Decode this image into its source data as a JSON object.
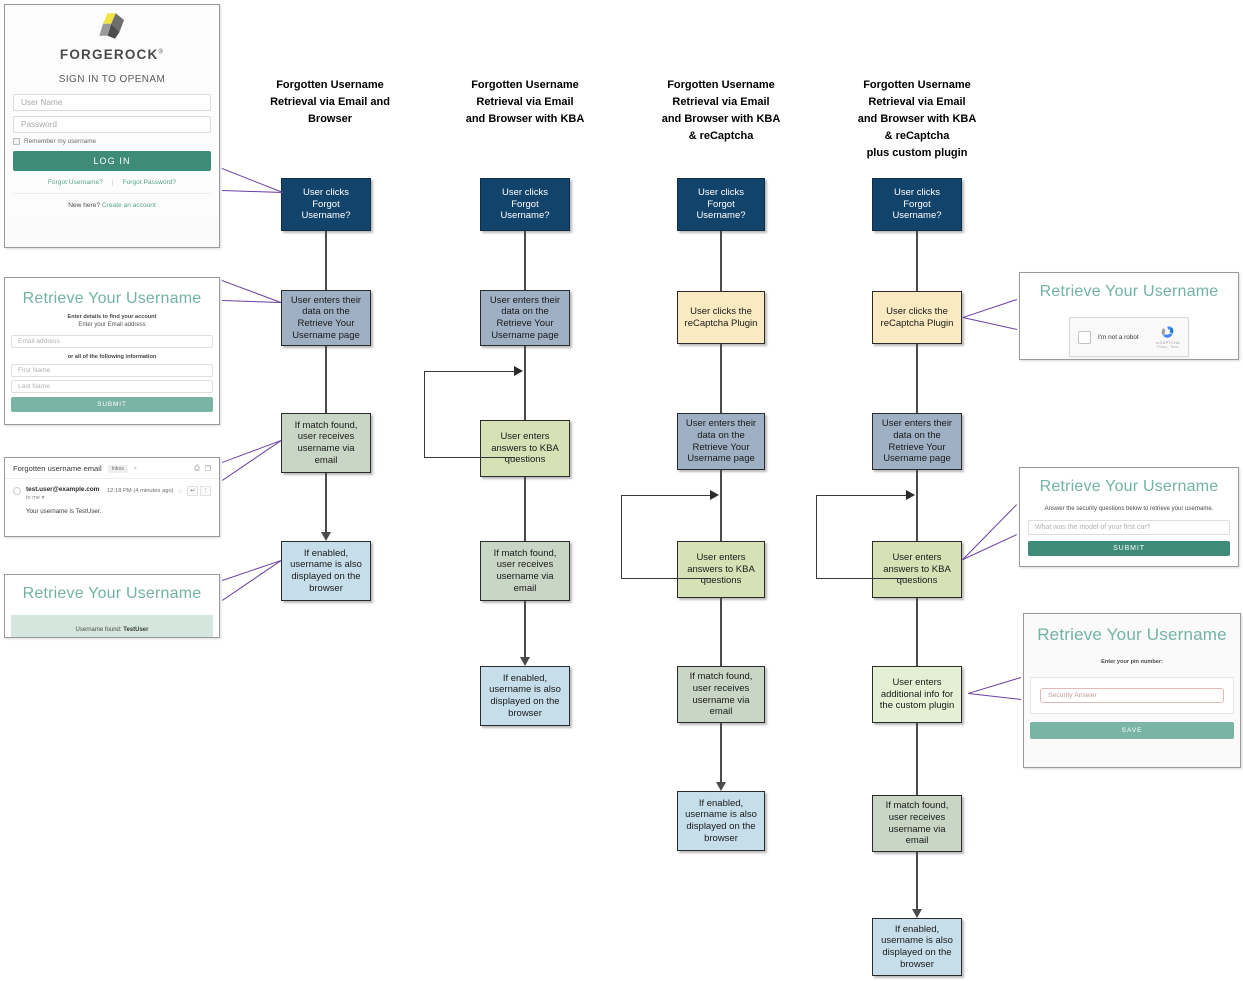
{
  "columns": [
    {
      "id": "col1",
      "title": "Forgotten Username\nRetrieval via Email and\nBrowser",
      "steps": [
        {
          "label": "User clicks\nForgot\nUsername?",
          "style": "navy"
        },
        {
          "label": "User enters their\ndata on the\nRetrieve Your\nUsername page",
          "style": "slate"
        },
        {
          "label": "If match found,\nuser receives\nusername via\nemail",
          "style": "sage"
        },
        {
          "label": "If enabled,\nusername is also\ndisplayed on the\nbrowser",
          "style": "blue"
        }
      ]
    },
    {
      "id": "col2",
      "title": "Forgotten Username\nRetrieval via Email\nand  Browser with KBA",
      "steps": [
        {
          "label": "User clicks\nForgot\nUsername?",
          "style": "navy"
        },
        {
          "label": "User enters their\ndata on the\nRetrieve Your\nUsername page",
          "style": "slate"
        },
        {
          "label": "User enters\nanswers to KBA\nquestions",
          "style": "kba"
        },
        {
          "label": "If match found,\nuser receives\nusername via\nemail",
          "style": "sage"
        },
        {
          "label": "If enabled,\nusername is also\ndisplayed on the\nbrowser",
          "style": "blue"
        }
      ]
    },
    {
      "id": "col3",
      "title": "Forgotten Username\nRetrieval via Email\nand  Browser with KBA\n& reCaptcha",
      "steps": [
        {
          "label": "User clicks\nForgot\nUsername?",
          "style": "navy"
        },
        {
          "label": "User clicks the\nreCaptcha Plugin",
          "style": "yellow"
        },
        {
          "label": "User enters their\ndata on the\nRetrieve Your\nUsername page",
          "style": "slate"
        },
        {
          "label": "User enters\nanswers to KBA\nquestions",
          "style": "kba"
        },
        {
          "label": "If match found,\nuser receives\nusername via\nemail",
          "style": "sage"
        },
        {
          "label": "If enabled,\nusername is also\ndisplayed on the\nbrowser",
          "style": "blue"
        }
      ]
    },
    {
      "id": "col4",
      "title": "Forgotten Username\nRetrieval via Email\nand  Browser with KBA\n& reCaptcha\nplus custom plugin",
      "steps": [
        {
          "label": "User clicks\nForgot\nUsername?",
          "style": "navy"
        },
        {
          "label": "User clicks the\nreCaptcha Plugin",
          "style": "yellow"
        },
        {
          "label": "User enters their\ndata on the\nRetrieve Your\nUsername page",
          "style": "slate"
        },
        {
          "label": "User enters\nanswers to KBA\nquestions",
          "style": "kba"
        },
        {
          "label": "User enters\nadditional info for\nthe custom plugin",
          "style": "mint"
        },
        {
          "label": "If match found,\nuser receives\nusername via\nemail",
          "style": "sage"
        },
        {
          "label": "If enabled,\nusername is also\ndisplayed on the\nbrowser",
          "style": "blue"
        }
      ]
    }
  ],
  "login_panel": {
    "brand": "FORGEROCK",
    "brand_tm": "®",
    "heading": "SIGN IN TO OPENAM",
    "username_placeholder": "User Name",
    "password_placeholder": "Password",
    "remember_label": "Remember my username",
    "login_button": "LOG IN",
    "forgot_username": "Forgot Username?",
    "separator": "|",
    "forgot_password": "Forgot Password?",
    "new_here": "New here?",
    "create_account": "Create an account"
  },
  "retrieve_panel": {
    "title": "Retrieve Your Username",
    "subtitle": "Enter details to find your account",
    "subtitle2": "Enter your Email address",
    "email_placeholder": "Email address",
    "divider": "or all of the following information",
    "first_name_placeholder": "First Name",
    "last_name_placeholder": "Last Name",
    "submit": "SUBMIT"
  },
  "email_panel": {
    "subject": "Forgotten username email",
    "label_chip": "Inbox",
    "chip_close": "×",
    "print_icon": "⎙",
    "popout_icon": "❐",
    "from": "test.user@example.com",
    "time": "12:18 PM (4 minutes ago)",
    "star": "☆",
    "to": "to me",
    "to_caret": "▾",
    "reply_icon": "↩",
    "more_icon": "⋮",
    "body": "Your username is TestUser."
  },
  "found_panel": {
    "title": "Retrieve Your Username",
    "found_prefix": "Username found: ",
    "found_value": "TestUser"
  },
  "captcha_panel": {
    "title": "Retrieve Your Username",
    "checkbox_label": "I'm not a robot",
    "brand": "reCAPTCHA",
    "terms": "Privacy - Terms"
  },
  "security_panel": {
    "title": "Retrieve Your Username",
    "instruction": "Answer the security questions below to retrieve your username.",
    "question_placeholder": "What was the model of your first car?",
    "submit": "SUBMIT"
  },
  "pin_panel": {
    "title": "Retrieve Your Username",
    "instruction": "Enter your pin number:",
    "answer_placeholder": "Security Answer",
    "save": "SAVE"
  },
  "colors": {
    "navy": "#12436b",
    "slate": "#9fb0c4",
    "sage": "#c9d6c6",
    "blue": "#c6deea",
    "kba": "#d6e1b6",
    "yellow": "#fae9c1",
    "mint": "#e4f0d4",
    "brand_green": "#3d8b78",
    "title_green": "#72b3a3",
    "connector_purple": "#6b3fa0"
  }
}
